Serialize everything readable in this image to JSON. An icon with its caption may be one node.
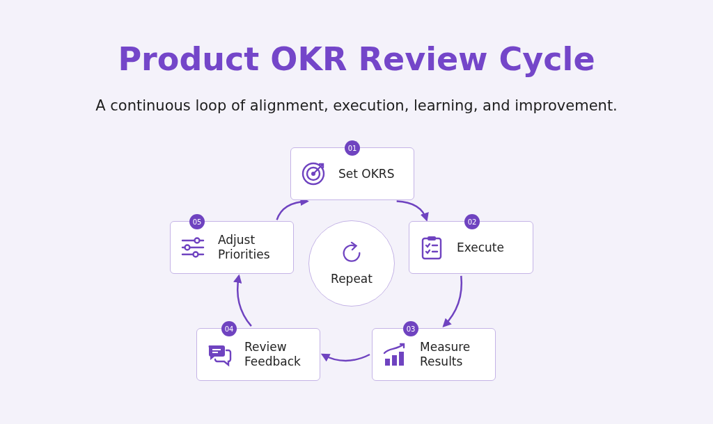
{
  "diagram": {
    "title": "Product OKR Review Cycle",
    "caption": "A continuous loop of alignment, execution, learning, and improvement.",
    "nodes": [
      {
        "text": [
          "01",
          "Set OKRS"
        ]
      },
      {
        "text": [
          "02",
          "Execute"
        ]
      },
      {
        "text": [
          "03",
          "Measure Results"
        ]
      },
      {
        "text": [
          "04",
          "Review Feedback"
        ]
      },
      {
        "text": [
          "05",
          "Adjust Priorities"
        ]
      },
      {
        "text": [
          "Repeat"
        ]
      }
    ],
    "edges": [
      {
        "from": 0,
        "to": 1,
        "arrow": "to"
      },
      {
        "from": 1,
        "to": 2,
        "arrow": "to"
      },
      {
        "from": 2,
        "to": 3,
        "arrow": "to"
      },
      {
        "from": 3,
        "to": 4,
        "arrow": "to"
      },
      {
        "from": 4,
        "to": 0,
        "arrow": "to"
      }
    ]
  }
}
